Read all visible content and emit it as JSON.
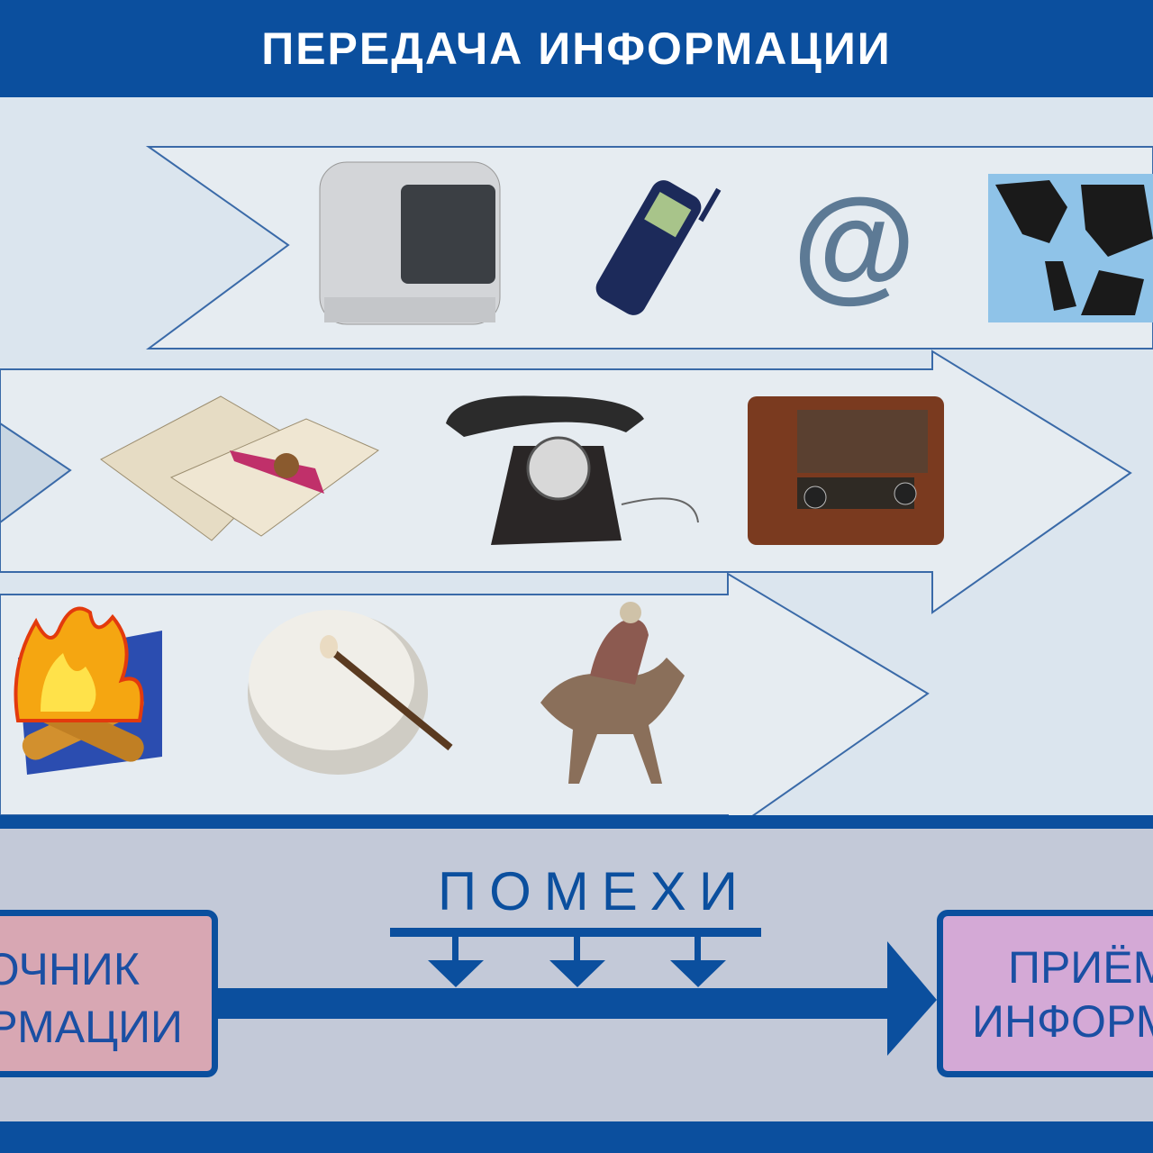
{
  "title": "ПЕРЕДАЧА ИНФОРМАЦИИ",
  "rows": [
    {
      "items": [
        "tv-icon",
        "mobile-phone-icon",
        "at-sign-icon",
        "world-map-icon"
      ]
    },
    {
      "items": [
        "letter-icon",
        "rotary-telephone-icon",
        "radio-icon"
      ]
    },
    {
      "items": [
        "bonfire-icon",
        "drum-icon",
        "horse-rider-icon"
      ]
    }
  ],
  "at_sign": "@",
  "scheme": {
    "source_line1": "ИСТОЧНИК",
    "source_line2": "ИНФОРМАЦИИ",
    "noise": "ПОМЕХИ",
    "receiver_line1": "ПРИЁМНИК",
    "receiver_line2": "ИНФОРМАЦИИ"
  },
  "colors": {
    "primary": "#0b4f9e",
    "source_box": "#d8a7b3",
    "receiver_box": "#d4a9d6"
  }
}
